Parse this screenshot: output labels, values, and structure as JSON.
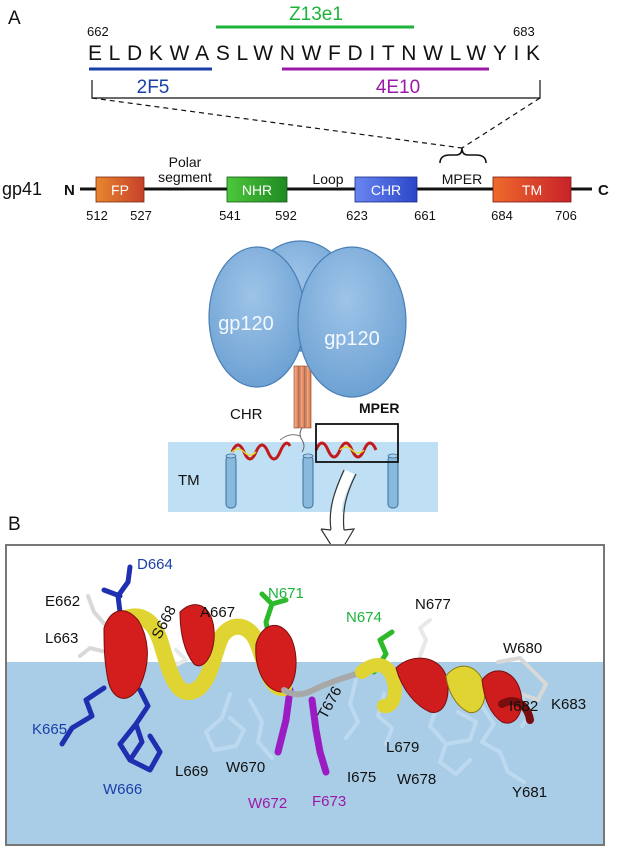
{
  "panel_a": {
    "label": "A",
    "seq_start": "662",
    "seq_end": "683",
    "sequence": "ELDKWASLWNWFDITNWLWYIK",
    "epitope_z13e1": "Z13e1",
    "epitope_2f5": "2F5",
    "epitope_4e10": "4E10",
    "colors": {
      "z13e1": "#1db33a",
      "2f5": "#1a3fa8",
      "4e10": "#9c19a8"
    }
  },
  "gp41": {
    "name": "gp41",
    "n_term": "N",
    "c_term": "C",
    "polar_top": "Polar",
    "polar_bottom": "segment",
    "loop": "Loop",
    "mper": "MPER",
    "domains": [
      {
        "label": "FP",
        "start": "512",
        "end": "527",
        "color": "#d9532b"
      },
      {
        "label": "NHR",
        "start": "541",
        "end": "592",
        "color": "#2fa32b"
      },
      {
        "label": "CHR",
        "start": "623",
        "end": "661",
        "color": "#3e5ee0"
      },
      {
        "label": "TM",
        "start": "684",
        "end": "706",
        "color": "#d63a2c"
      }
    ]
  },
  "envelope": {
    "gp120_left": "gp120",
    "gp120_right": "gp120",
    "chr": "CHR",
    "mper": "MPER",
    "tm": "TM"
  },
  "panel_b": {
    "label": "B",
    "residues": [
      {
        "text": "D664",
        "color": "#1a3fa8"
      },
      {
        "text": "E662",
        "color": "#111111"
      },
      {
        "text": "L663",
        "color": "#111111"
      },
      {
        "text": "S668",
        "color": "#111111"
      },
      {
        "text": "A667",
        "color": "#111111"
      },
      {
        "text": "N671",
        "color": "#1db33a"
      },
      {
        "text": "N674",
        "color": "#1db33a"
      },
      {
        "text": "N677",
        "color": "#111111"
      },
      {
        "text": "W680",
        "color": "#111111"
      },
      {
        "text": "K683",
        "color": "#111111"
      },
      {
        "text": "K665",
        "color": "#1a3fa8"
      },
      {
        "text": "T676",
        "color": "#111111"
      },
      {
        "text": "I682",
        "color": "#111111"
      },
      {
        "text": "L679",
        "color": "#111111"
      },
      {
        "text": "L669",
        "color": "#111111"
      },
      {
        "text": "W670",
        "color": "#111111"
      },
      {
        "text": "I675",
        "color": "#111111"
      },
      {
        "text": "W678",
        "color": "#111111"
      },
      {
        "text": "Y681",
        "color": "#111111"
      },
      {
        "text": "W666",
        "color": "#1a3fa8"
      },
      {
        "text": "W672",
        "color": "#9c19a8"
      },
      {
        "text": "F673",
        "color": "#9c19a8"
      }
    ]
  }
}
